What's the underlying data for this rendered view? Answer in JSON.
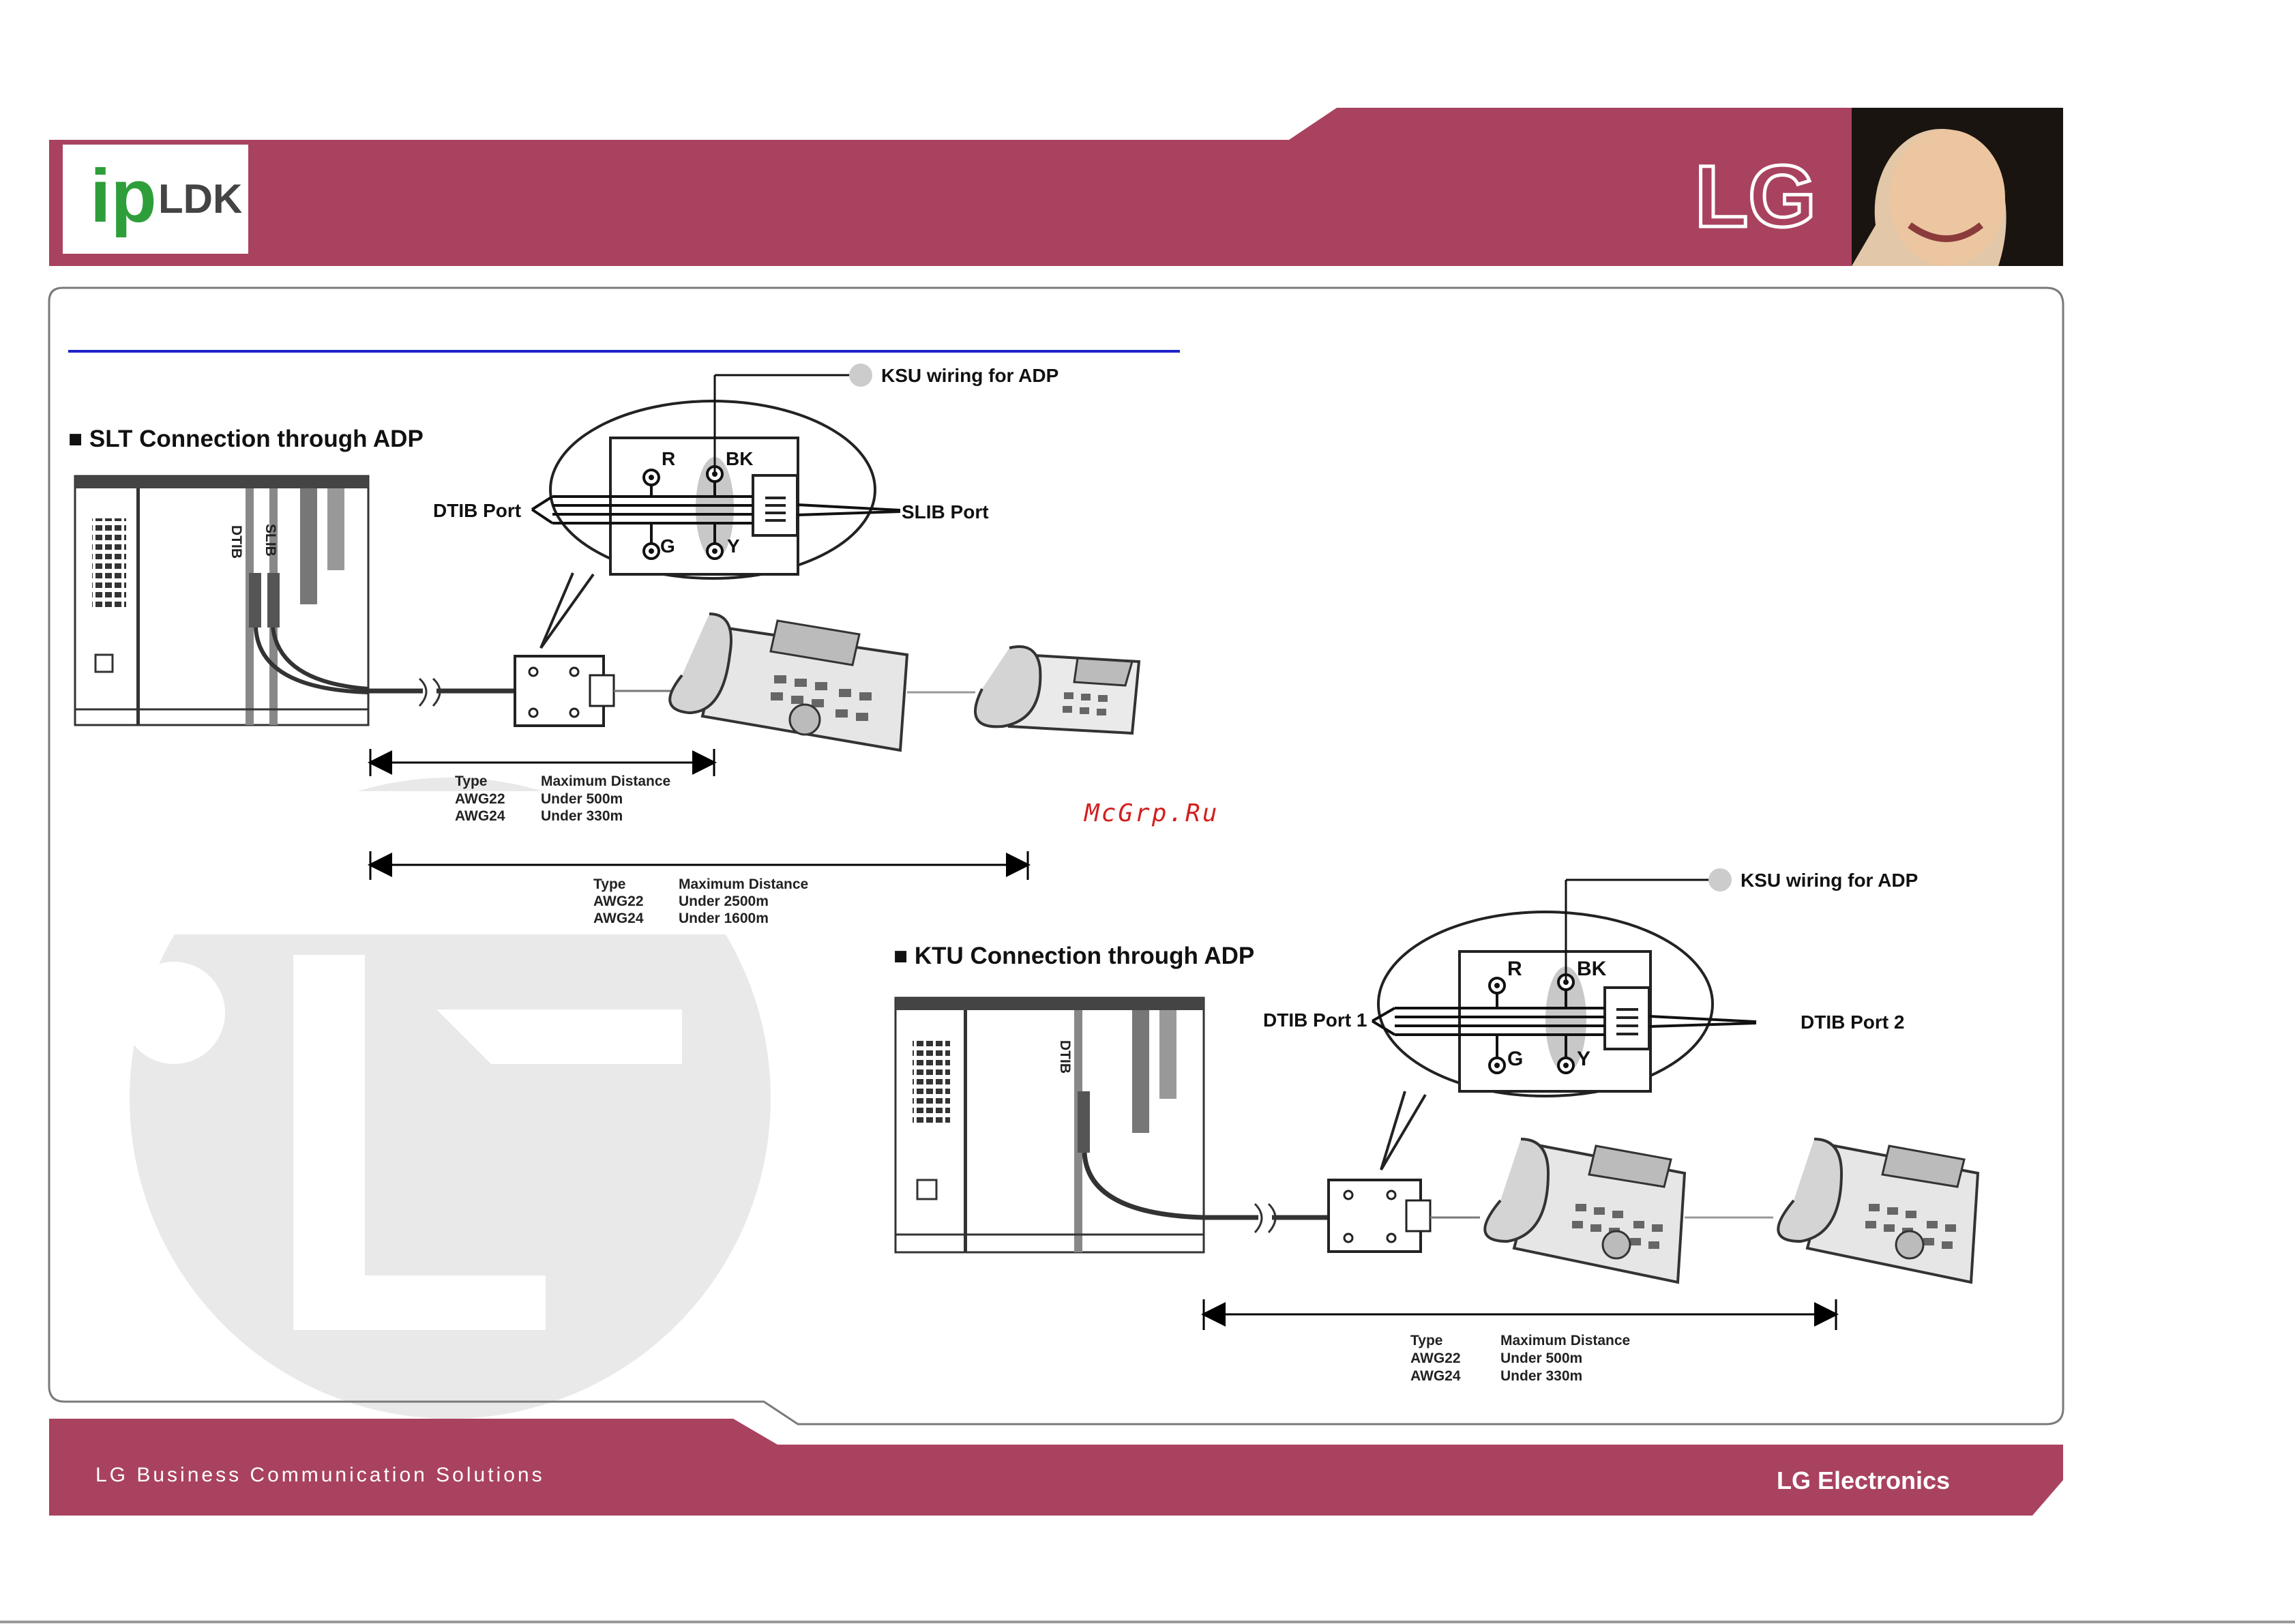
{
  "header": {
    "logo_ip": "ip",
    "logo_ldk": "LDK",
    "brand": "LG"
  },
  "watermark": "McGrp.Ru",
  "slt": {
    "title": "■ SLT Connection through ADP",
    "ksu_label": "KSU wiring for ADP",
    "dtib_port": "DTIB Port",
    "slib_port": "SLIB Port",
    "cab_dtib": "DTIB",
    "cab_slib": "SLIB",
    "term_r": "R",
    "term_bk": "BK",
    "term_g": "G",
    "term_y": "Y",
    "dist1": {
      "type_header": "Type",
      "max_header": "Maximum Distance",
      "rows": [
        {
          "type": "AWG22",
          "max": "Under 500m"
        },
        {
          "type": "AWG24",
          "max": "Under 330m"
        }
      ]
    },
    "dist2": {
      "type_header": "Type",
      "max_header": "Maximum Distance",
      "rows": [
        {
          "type": "AWG22",
          "max": "Under 2500m"
        },
        {
          "type": "AWG24",
          "max": "Under 1600m"
        }
      ]
    }
  },
  "ktu": {
    "title": "■ KTU Connection through ADP",
    "ksu_label": "KSU wiring for ADP",
    "port1": "DTIB Port 1",
    "port2": "DTIB Port 2",
    "cab_dtib": "DTIB",
    "term_r": "R",
    "term_bk": "BK",
    "term_g": "G",
    "term_y": "Y",
    "dist": {
      "type_header": "Type",
      "max_header": "Maximum Distance",
      "rows": [
        {
          "type": "AWG22",
          "max": "Under 500m"
        },
        {
          "type": "AWG24",
          "max": "Under 330m"
        }
      ]
    }
  },
  "footer": {
    "left": "LG Business Communication Solutions",
    "right": "LG Electronics"
  },
  "colors": {
    "band": "#A9425F",
    "rule": "#1E22C8",
    "watermark": "#D22020"
  }
}
